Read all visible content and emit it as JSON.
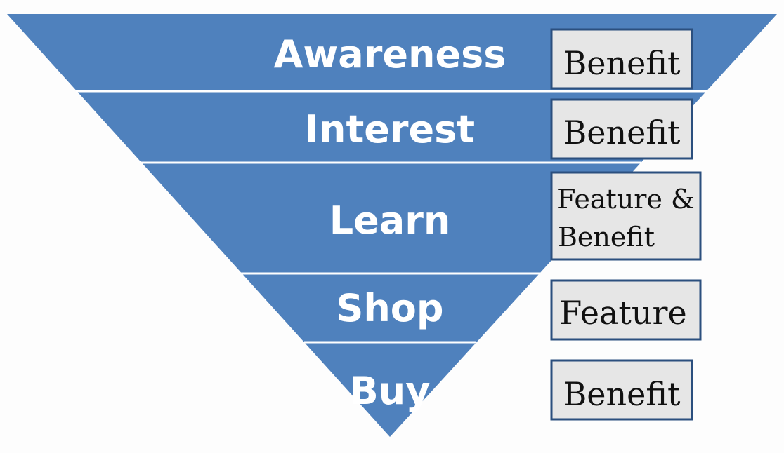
{
  "colors": {
    "funnel_fill": "#4f81bd",
    "divider": "#ffffff",
    "tag_fill": "#e6e6e6",
    "tag_border": "#2b4f7e",
    "background": "#fdfdfd"
  },
  "stages": [
    {
      "label": "Awareness",
      "tag_lines": [
        "Benefit"
      ]
    },
    {
      "label": "Interest",
      "tag_lines": [
        "Benefit"
      ]
    },
    {
      "label": "Learn",
      "tag_lines": [
        "Feature &",
        "Benefit"
      ]
    },
    {
      "label": "Shop",
      "tag_lines": [
        "Feature"
      ]
    },
    {
      "label": "Buy",
      "tag_lines": [
        "Benefit"
      ]
    }
  ]
}
